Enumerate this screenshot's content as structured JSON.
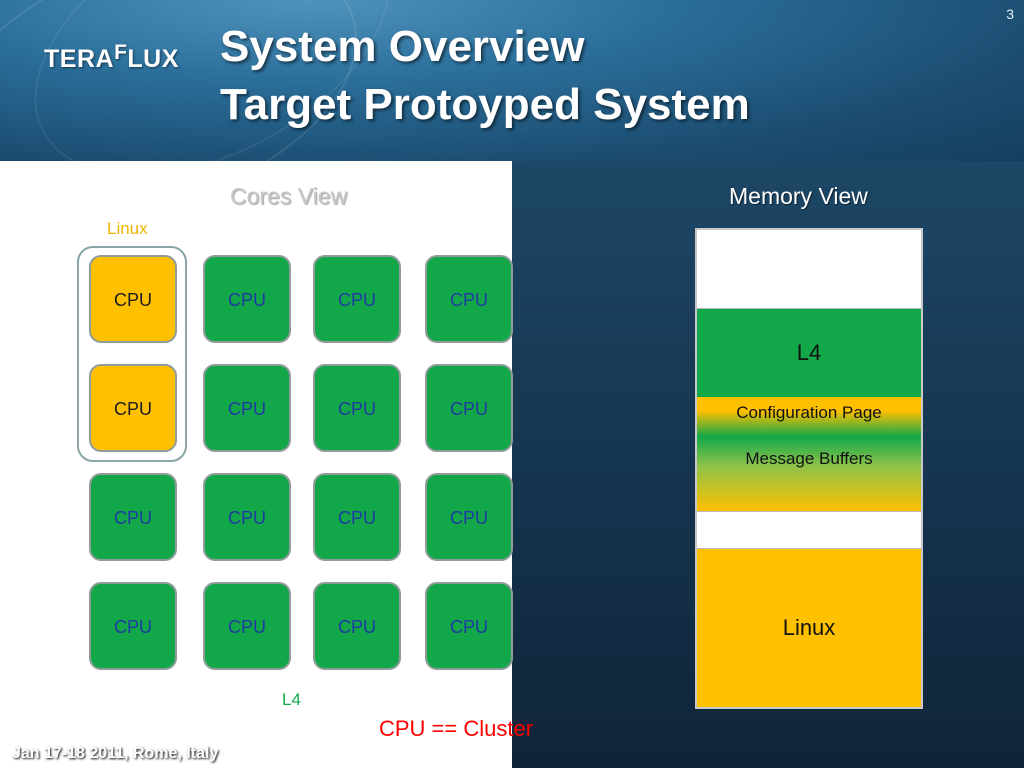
{
  "header": {
    "logo": {
      "main": "TERA",
      "sup": "F",
      "tail": "LUX"
    },
    "title_line1": "System Overview",
    "title_line2": "Target Protoyped System",
    "slide_number": "3"
  },
  "cores_view": {
    "title": "Cores View",
    "cluster_label": "Linux",
    "cpu_label": "CPU",
    "l4_label": "L4",
    "legend_note": "CPU  == Cluster"
  },
  "memory_view": {
    "title": "Memory View",
    "segments": {
      "l4": "L4",
      "config_page": "Configuration Page",
      "message_buffers": "Message Buffers",
      "linux": "Linux"
    }
  },
  "footer": {
    "text": "Jan 17-18 2011, Rome, Italy"
  },
  "colors": {
    "green": "#12a84a",
    "gold": "#ffc000",
    "note_red": "#ff0000",
    "header_blue": "#2b6f9b"
  }
}
